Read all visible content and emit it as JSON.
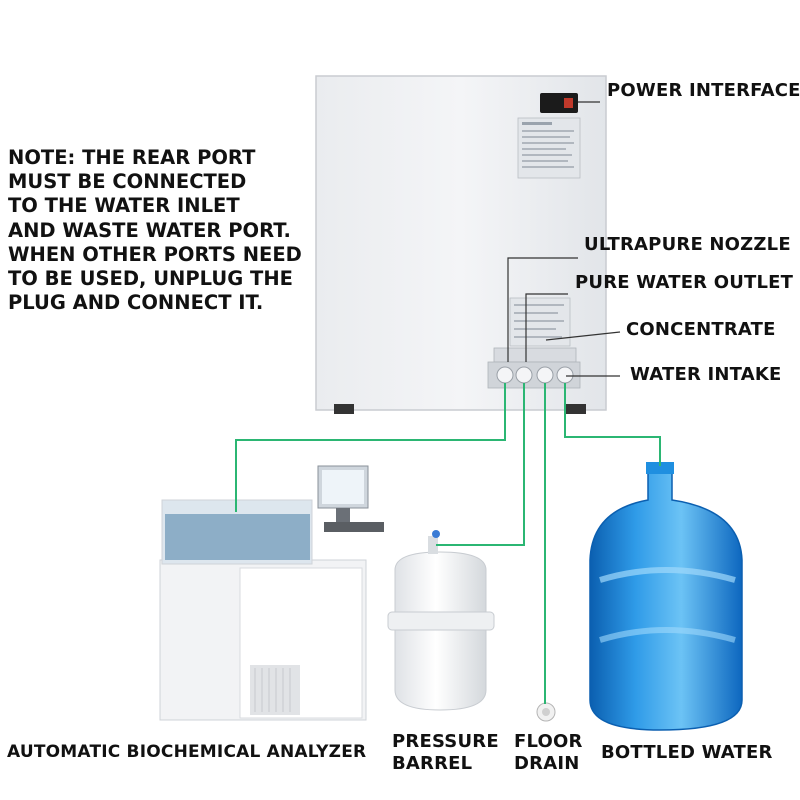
{
  "note": {
    "lines": [
      "NOTE: THE REAR PORT",
      "MUST BE CONNECTED",
      "TO THE WATER INLET",
      "AND WASTE WATER PORT.",
      "WHEN OTHER PORTS NEED",
      "TO BE USED, UNPLUG THE",
      "PLUG AND CONNECT IT."
    ]
  },
  "callouts": {
    "power_interface": "POWER INTERFACE",
    "ultrapure_nozzle": "ULTRAPURE NOZZLE",
    "pure_water_outlet": "PURE WATER OUTLET",
    "concentrate": "CONCENTRATE",
    "water_intake": "WATER INTAKE"
  },
  "devices": {
    "analyzer": "AUTOMATIC BIOCHEMICAL ANALYZER",
    "pressure_barrel_line1": "PRESSURE",
    "pressure_barrel_line2": "BARREL",
    "floor_drain_line1": "FLOOR",
    "floor_drain_line2": "DRAIN",
    "bottled_water": "BOTTLED WATER"
  },
  "colors": {
    "pipe": "#2bb673",
    "leader": "#333333",
    "bottle": "#1f8fe0"
  }
}
